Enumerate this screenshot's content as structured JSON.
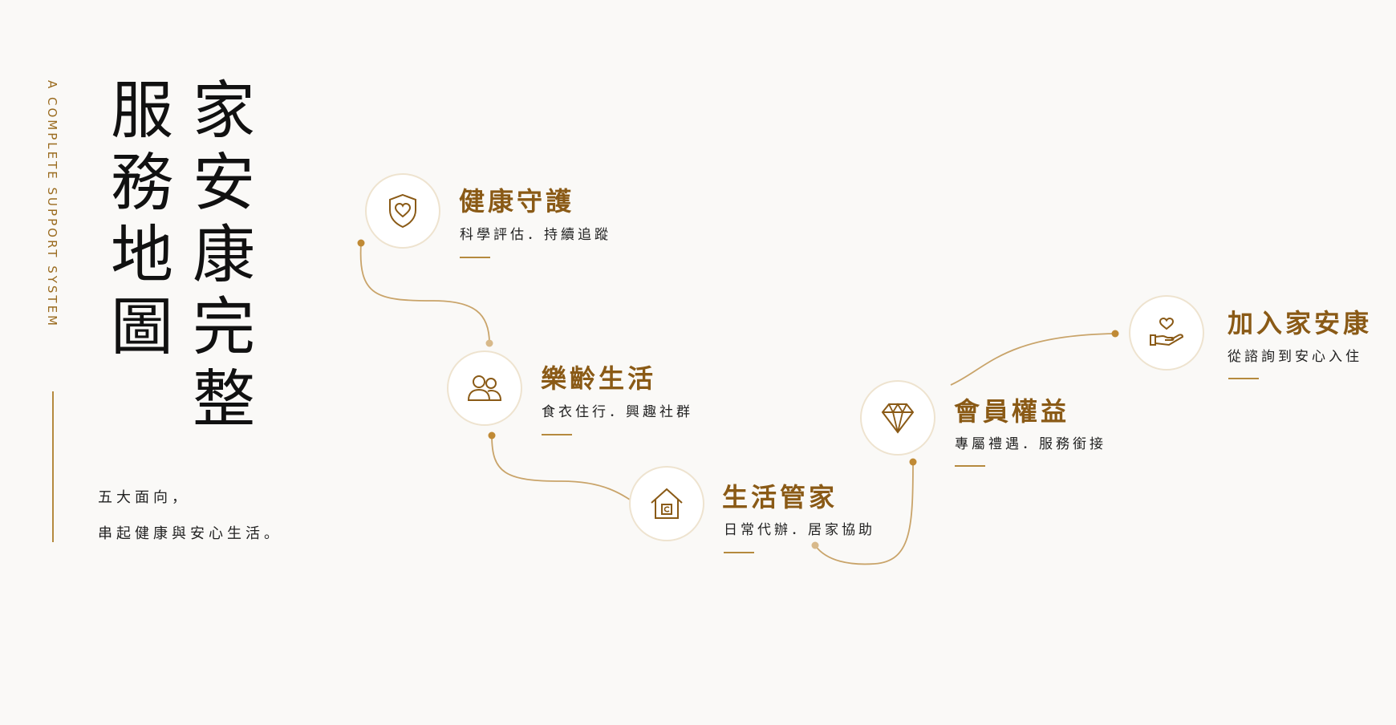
{
  "side_label": "A COMPLETE SUPPORT SYSTEM",
  "title": {
    "col1": "家安康完整",
    "col2": "服務地圖"
  },
  "tagline": {
    "line1": "五大面向，",
    "line2": "串起健康與安心生活。"
  },
  "steps": [
    {
      "title": "健康守護",
      "subtitle": "科學評估．持續追蹤",
      "icon": "shield-heart-icon"
    },
    {
      "title": "樂齡生活",
      "subtitle": "食衣住行．興趣社群",
      "icon": "people-icon"
    },
    {
      "title": "生活管家",
      "subtitle": "日常代辦．居家協助",
      "icon": "house-icon"
    },
    {
      "title": "會員權益",
      "subtitle": "專屬禮遇．服務銜接",
      "icon": "diamond-icon"
    },
    {
      "title": "加入家安康",
      "subtitle": "從諮詢到安心入住",
      "icon": "hand-heart-icon"
    }
  ],
  "colors": {
    "accent": "#8a5a16",
    "line": "#c9a46a",
    "dot": "#c08a35"
  }
}
